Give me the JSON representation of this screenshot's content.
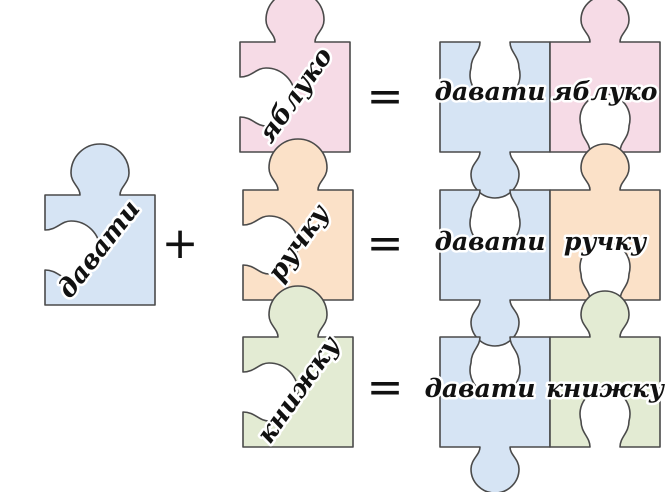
{
  "colors": {
    "blue": "#d6e4f4",
    "pink": "#f6dbe6",
    "orange": "#fbe1c8",
    "green": "#e3ebd3",
    "outline": "#4a4a4a"
  },
  "operators": {
    "plus": "+",
    "equals": "="
  },
  "base_piece": {
    "word": "давати",
    "color": "blue"
  },
  "rows": [
    {
      "object_word": "яблуко",
      "object_color": "pink",
      "result_left": "давати",
      "result_right": "яблуко"
    },
    {
      "object_word": "ручку",
      "object_color": "orange",
      "result_left": "давати",
      "result_right": "ручку"
    },
    {
      "object_word": "книжку",
      "object_color": "green",
      "result_left": "давати",
      "result_right": "книжку"
    }
  ]
}
